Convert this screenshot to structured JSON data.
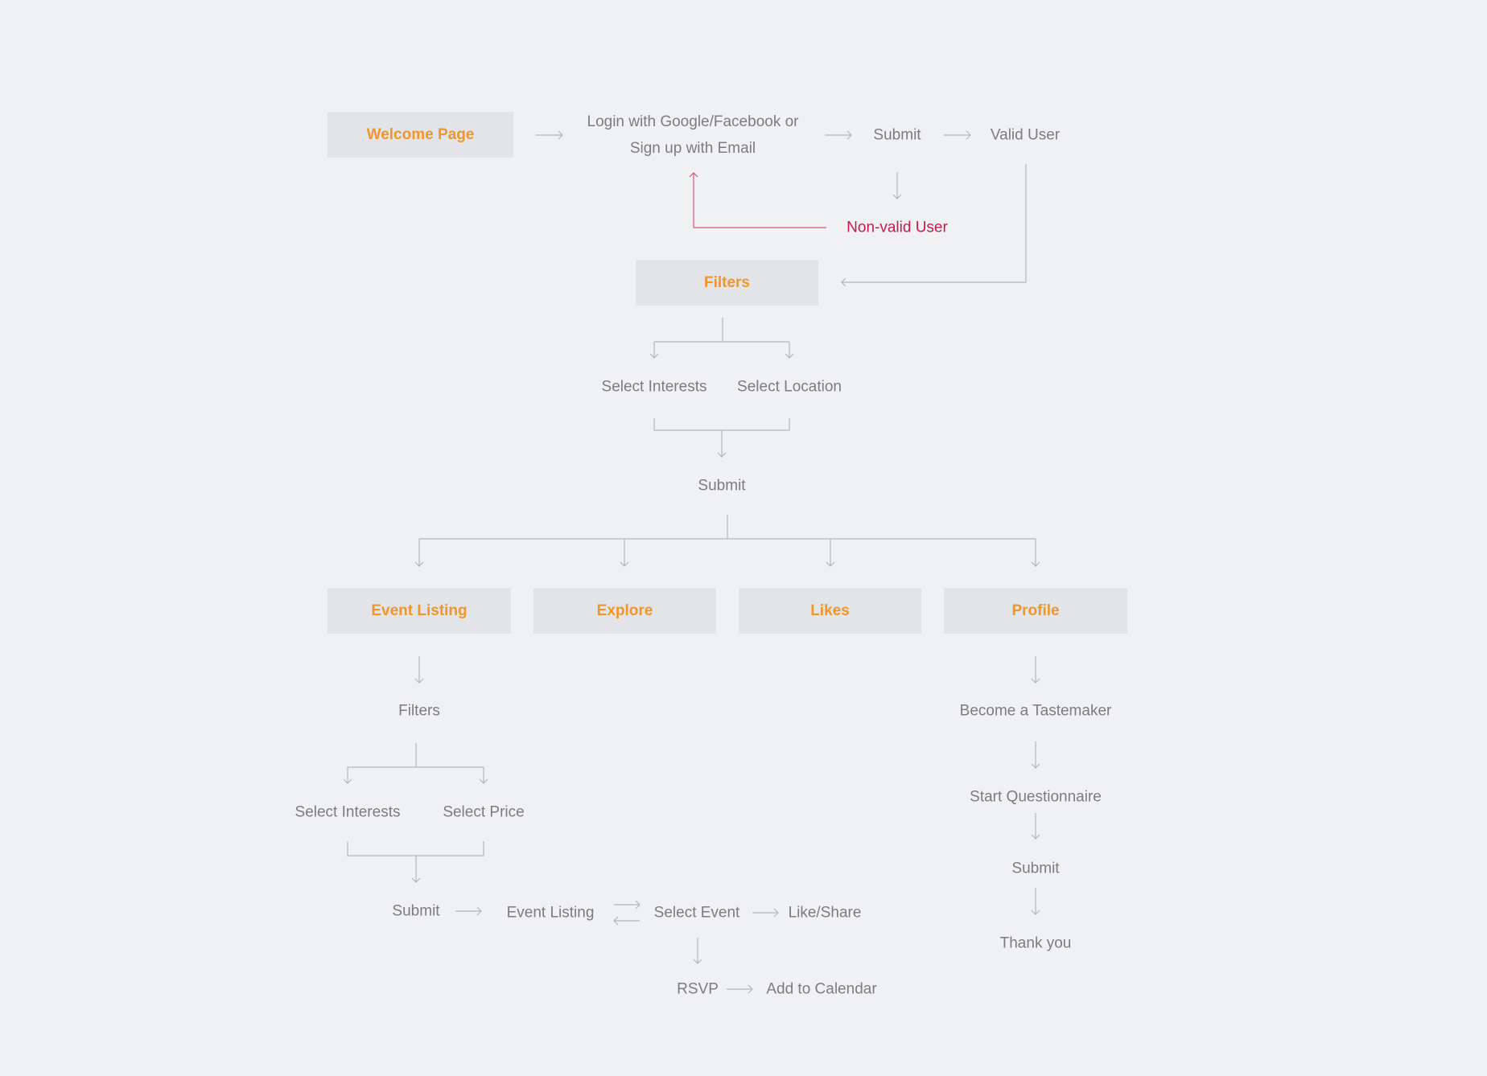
{
  "colors": {
    "background": "#f0f1f3",
    "box_fill": "#e3e4e7",
    "box_text": "#f0952a",
    "label_text": "#7c7c80",
    "error": "#c8174f",
    "connector": "#b5b6b9"
  },
  "boxes": {
    "welcome": "Welcome Page",
    "filters": "Filters",
    "event_listing": "Event Listing",
    "explore": "Explore",
    "likes": "Likes",
    "profile": "Profile"
  },
  "labels": {
    "login_line1": "Login with Google/Facebook or",
    "login_line2": "Sign up with Email",
    "submit_login": "Submit",
    "valid_user": "Valid User",
    "non_valid_user": "Non-valid User",
    "select_interests": "Select Interests",
    "select_location": "Select Location",
    "submit_filters": "Submit",
    "el_filters": "Filters",
    "el_select_interests": "Select Interests",
    "el_select_price": "Select Price",
    "el_submit": "Submit",
    "el_event_listing": "Event Listing",
    "el_select_event": "Select Event",
    "el_like_share": "Like/Share",
    "el_rsvp": "RSVP",
    "el_add_calendar": "Add to Calendar",
    "pr_become": "Become a Tastemaker",
    "pr_questionnaire": "Start Questionnaire",
    "pr_submit": "Submit",
    "pr_thanks": "Thank you"
  }
}
